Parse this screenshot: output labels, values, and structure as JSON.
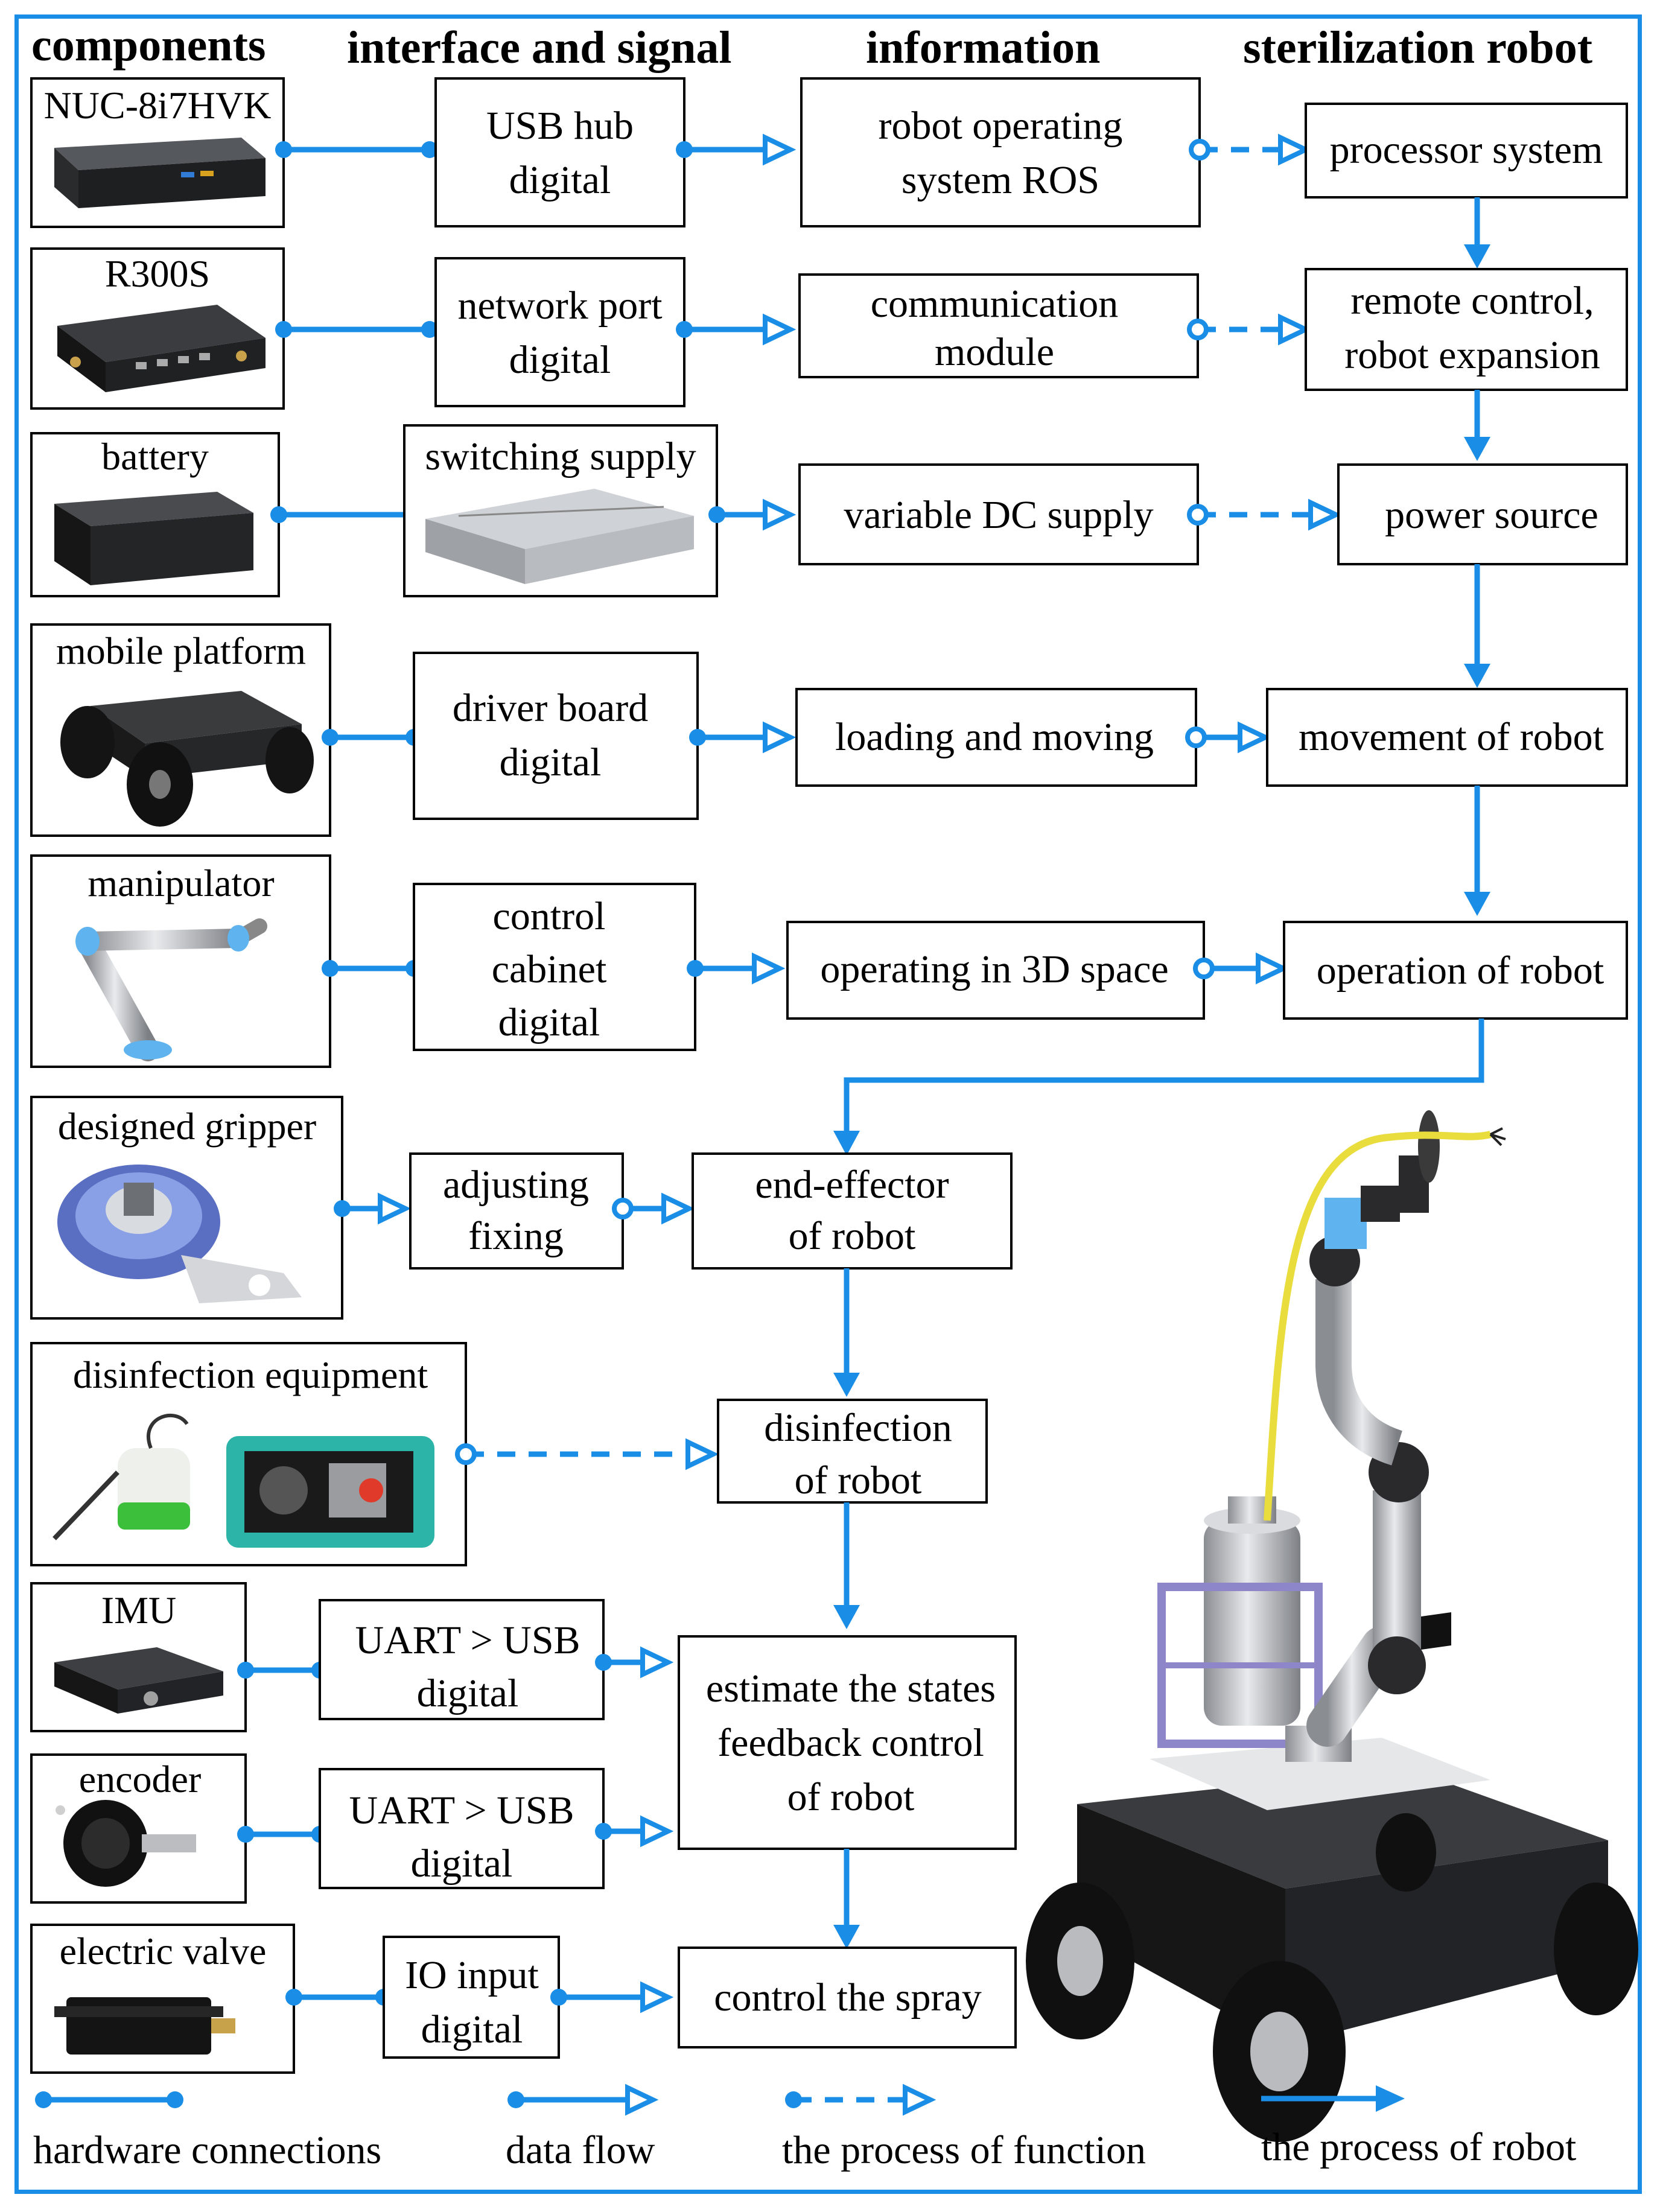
{
  "headers": {
    "components": "components",
    "interface": "interface and signal",
    "information": "information",
    "robot": "sterilization robot"
  },
  "components": {
    "nuc": "NUC-8i7HVK",
    "r300s": "R300S",
    "battery": "battery",
    "mobile_platform": "mobile platform",
    "manipulator": "manipulator",
    "gripper": "designed gripper",
    "disinfection_equipment": "disinfection equipment",
    "imu": "IMU",
    "encoder": "encoder",
    "electric_valve": "electric valve"
  },
  "interface": {
    "usb_hub": [
      "USB hub",
      "digital"
    ],
    "network_port": [
      "network port",
      "digital"
    ],
    "switching_supply": "switching supply",
    "driver_board": [
      "driver board",
      "digital"
    ],
    "control_cabinet": [
      "control",
      "cabinet",
      "digital"
    ],
    "adjusting": [
      "adjusting",
      "fixing"
    ],
    "uart_imu": [
      "UART > USB",
      "digital"
    ],
    "uart_encoder": [
      "UART > USB",
      "digital"
    ],
    "io_input": [
      "IO input",
      "digital"
    ]
  },
  "information": {
    "ros": [
      "robot operating",
      "system ROS"
    ],
    "comm": [
      "communication",
      "module"
    ],
    "dc": "variable DC supply",
    "loading": "loading and moving",
    "operating": "operating in 3D space",
    "end_effector": [
      "end-effector",
      "of robot"
    ],
    "disinfection": [
      "disinfection",
      "of robot"
    ],
    "estimate": [
      "estimate the states",
      "feedback control",
      "of robot"
    ],
    "spray": "control the spray"
  },
  "robot": {
    "processor": "processor system",
    "remote": [
      "remote control,",
      "robot expansion"
    ],
    "power": "power source",
    "movement": "movement of robot",
    "operation": "operation of robot"
  },
  "legend": {
    "hardware": "hardware connections",
    "data_flow": "data flow",
    "function": "the process of function",
    "robot_process": "the process of robot"
  },
  "colors": {
    "accent": "#1a8de6"
  }
}
